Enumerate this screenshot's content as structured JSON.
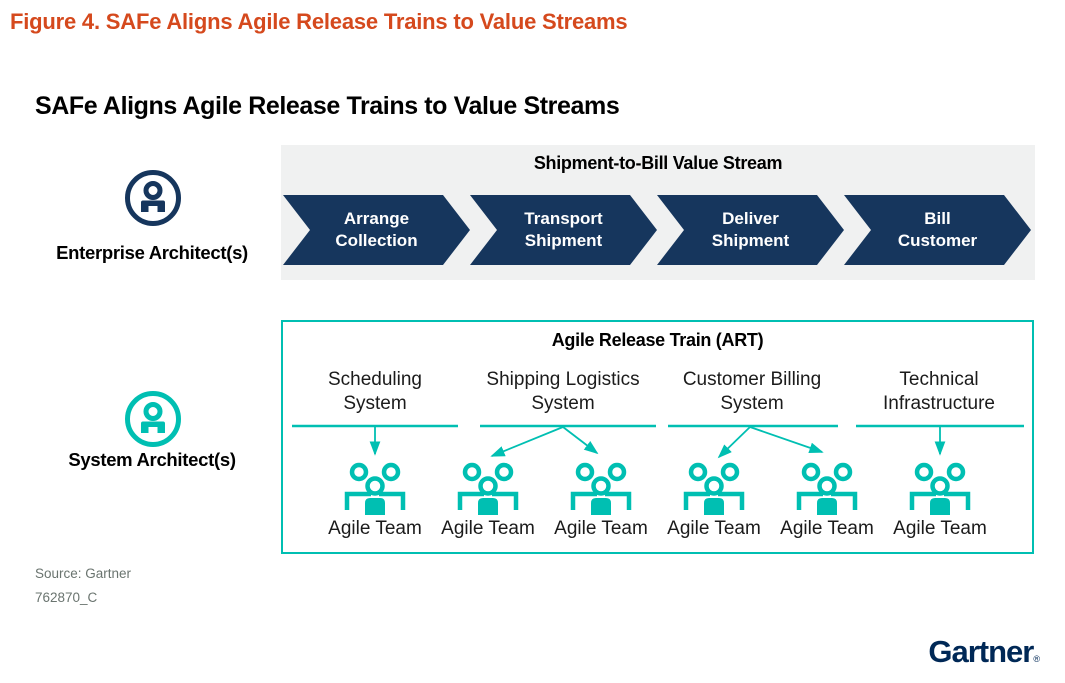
{
  "page": {
    "figure_title": "Figure 4. SAFe Aligns Agile Release Trains to Value Streams",
    "chart_title": "SAFe Aligns Agile Release Trains to Value Streams",
    "source_line1": "Source: Gartner",
    "source_line2": "762870_C",
    "brand_logo": "Gartner",
    "registered_mark": "®"
  },
  "colors": {
    "navy": "#16365D",
    "logo_navy": "#002856",
    "teal": "#00BFB2",
    "title_orange": "#D5491D",
    "band_gray": "#F0F1F1",
    "source_gray": "#6A746F"
  },
  "roles": [
    {
      "label": "Enterprise Architect(s)"
    },
    {
      "label": "System Architect(s)"
    }
  ],
  "value_stream": {
    "title": "Shipment-to-Bill Value Stream",
    "steps": [
      {
        "label": "Arrange\nCollection"
      },
      {
        "label": "Transport\nShipment"
      },
      {
        "label": "Deliver\nShipment"
      },
      {
        "label": "Bill\nCustomer"
      }
    ]
  },
  "art": {
    "title": "Agile Release Train (ART)",
    "systems": [
      "Scheduling\nSystem",
      "Shipping Logistics\nSystem",
      "Customer Billing\nSystem",
      "Technical\nInfrastructure"
    ],
    "teams": [
      "Agile Team",
      "Agile Team",
      "Agile Team",
      "Agile Team",
      "Agile Team",
      "Agile Team"
    ]
  }
}
